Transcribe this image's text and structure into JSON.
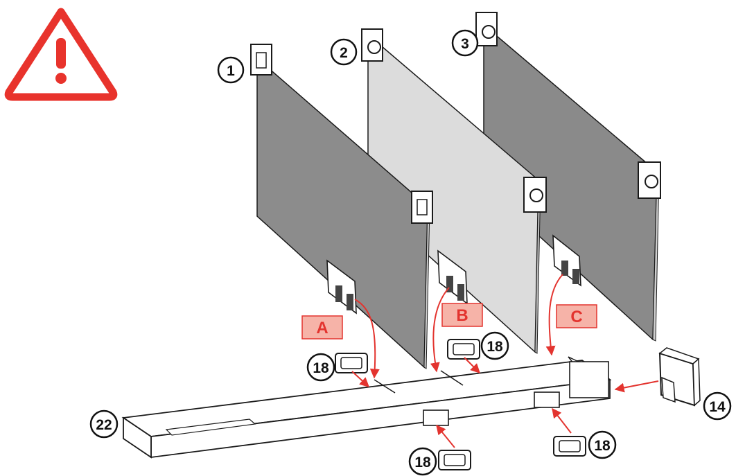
{
  "colors": {
    "arrow": "#e3342f",
    "label_fill": "#f6b3a8",
    "label_stroke": "#e3342f",
    "label_text": "#e3342f",
    "warning": "#e8332c",
    "panel_dark": "#8c8c8c",
    "panel_light": "#dcdcdc",
    "line": "#1a1a1a"
  },
  "warning": {
    "icon": "warning-triangle-icon",
    "glyph": "!"
  },
  "parts": [
    {
      "id": "panel-1",
      "number": "1"
    },
    {
      "id": "panel-2",
      "number": "2"
    },
    {
      "id": "panel-3",
      "number": "3"
    },
    {
      "id": "connector-18-left",
      "number": "18"
    },
    {
      "id": "connector-18-middle",
      "number": "18"
    },
    {
      "id": "connector-18-bottom",
      "number": "18"
    },
    {
      "id": "connector-18-right",
      "number": "18"
    },
    {
      "id": "end-cap",
      "number": "14"
    },
    {
      "id": "base-rail",
      "number": "22"
    }
  ],
  "steps": [
    {
      "id": "step-a",
      "label": "A"
    },
    {
      "id": "step-b",
      "label": "B"
    },
    {
      "id": "step-c",
      "label": "C"
    }
  ]
}
